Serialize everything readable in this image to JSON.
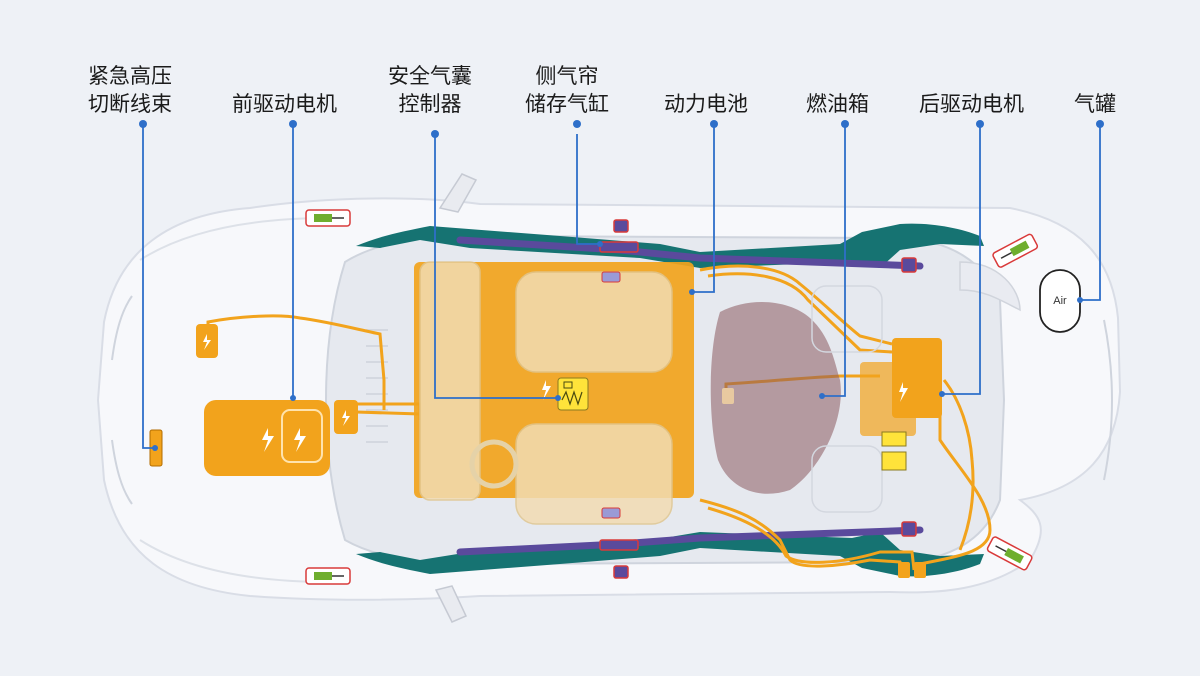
{
  "callouts": [
    {
      "id": "hv-cutoff",
      "line1": "紧急高压",
      "line2": "切断线束"
    },
    {
      "id": "front-motor",
      "line1": "前驱动电机",
      "line2": ""
    },
    {
      "id": "airbag-controller",
      "line1": "安全气囊",
      "line2": "控制器"
    },
    {
      "id": "curtain-cylinder",
      "line1": "侧气帘",
      "line2": "储存气缸"
    },
    {
      "id": "power-battery",
      "line1": "动力电池",
      "line2": ""
    },
    {
      "id": "fuel-tank",
      "line1": "燃油箱",
      "line2": ""
    },
    {
      "id": "rear-motor",
      "line1": "后驱动电机",
      "line2": ""
    },
    {
      "id": "gas-tank",
      "line1": "气罐",
      "line2": ""
    }
  ],
  "gas_tank_label": "Air",
  "colors": {
    "background": "#eef1f6",
    "leader_line": "#2e6fc9",
    "high_voltage": "#f2a31c",
    "fuel_tank": "#8a5a5e",
    "frame": "#167372",
    "curtain_airbag": "#5a4a9c",
    "strut_marker": "#d93a3a",
    "strut_fill": "#6fae2e"
  },
  "icons": [
    "high-voltage-icon",
    "airbag-controller-icon",
    "gas-strut-icon"
  ]
}
